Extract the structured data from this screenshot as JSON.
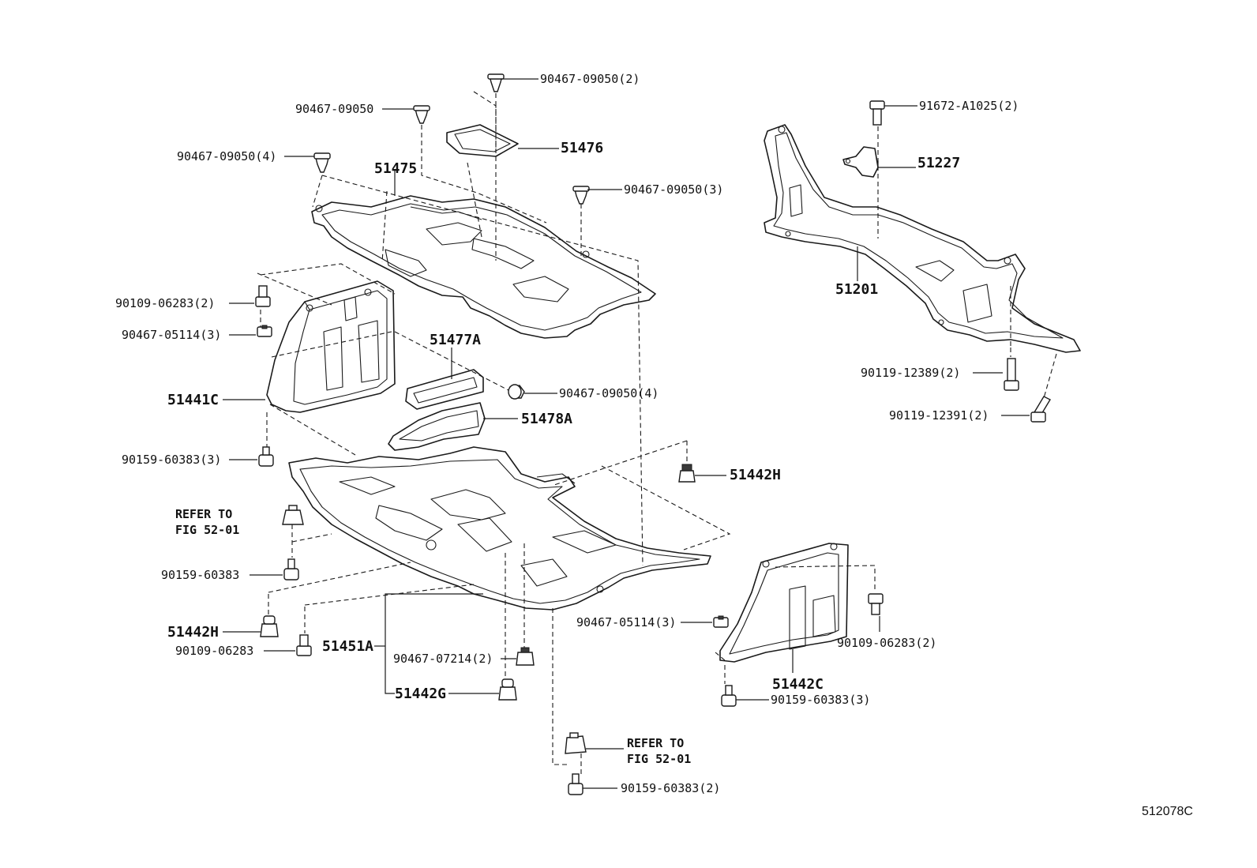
{
  "diagram": {
    "figure_code": "512078C",
    "labels": {
      "p90467_09050_2": "90467-09050(2)",
      "p90467_09050": "90467-09050",
      "p51476": "51476",
      "p90467_09050_4a": "90467-09050(4)",
      "p51475": "51475",
      "p90467_09050_3": "90467-09050(3)",
      "p91672_a1025_2": "91672-A1025(2)",
      "p51227": "51227",
      "p51201": "51201",
      "p90109_06283_2a": "90109-06283(2)",
      "p90467_05114_3a": "90467-05114(3)",
      "p51477a": "51477A",
      "p90467_09050_4b": "90467-09050(4)",
      "p51441c": "51441C",
      "p51478a": "51478A",
      "p90119_12389_2": "90119-12389(2)",
      "p90119_12391_2": "90119-12391(2)",
      "p90159_60383_3a": "90159-60383(3)",
      "p51442h_right": "51442H",
      "refer_to_1": "REFER TO",
      "fig_52_01_1": "FIG 52-01",
      "p90159_60383": "90159-60383",
      "p51442h_left": "51442H",
      "p90109_06283": "90109-06283",
      "p51451a": "51451A",
      "p90467_07214_2": "90467-07214(2)",
      "p51442g": "51442G",
      "p90467_05114_3b": "90467-05114(3)",
      "p90109_06283_2b": "90109-06283(2)",
      "p51442c": "51442C",
      "p90159_60383_3b": "90159-60383(3)",
      "refer_to_2": "REFER TO",
      "fig_52_01_2": "FIG 52-01",
      "p90159_60383_2": "90159-60383(2)"
    }
  }
}
